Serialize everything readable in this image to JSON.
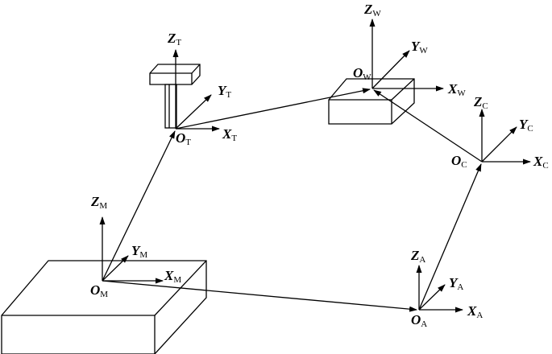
{
  "frames": {
    "M": {
      "origin": "O",
      "x": "X",
      "y": "Y",
      "z": "Z",
      "sub": "M"
    },
    "T": {
      "origin": "O",
      "x": "X",
      "y": "Y",
      "z": "Z",
      "sub": "T"
    },
    "W": {
      "origin": "O",
      "x": "X",
      "y": "Y",
      "z": "Z",
      "sub": "W"
    },
    "C": {
      "origin": "O",
      "x": "X",
      "y": "Y",
      "z": "Z",
      "sub": "C"
    },
    "A": {
      "origin": "O",
      "x": "X",
      "y": "Y",
      "z": "Z",
      "sub": "A"
    }
  }
}
